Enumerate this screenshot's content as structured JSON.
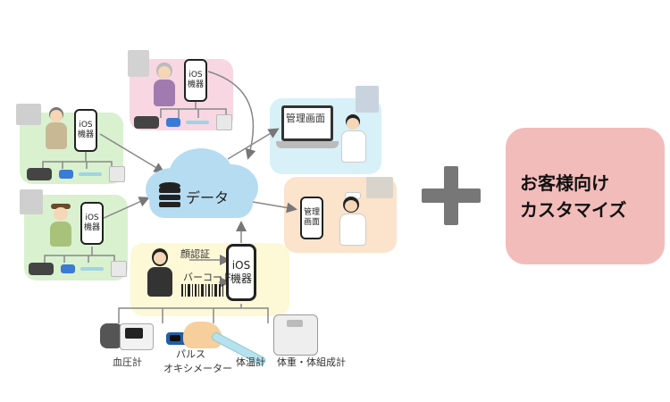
{
  "phone_label": [
    "iOS",
    "機器"
  ],
  "cloud_label": "データ",
  "admin_pc_label": "管理画面",
  "admin_phone_label": [
    "管理",
    "画面"
  ],
  "auth": {
    "face": "顔認証",
    "barcode": "バーコード"
  },
  "devices": {
    "blood_pressure": "血圧計",
    "oximeter": [
      "パルス",
      "オキシメーター"
    ],
    "thermometer": "体温計",
    "scale": "体重・体組成計"
  },
  "custom_box": [
    "お客様向け",
    "カスタマイズ"
  ],
  "colors": {
    "pink": "#f8d7e3",
    "green": "#d9f1cf",
    "blue": "#d8f0f8",
    "peach": "#fce3cc",
    "yellow": "#fdf8d6",
    "cloud": "#b6dcf2",
    "custom": "#f2bcbb",
    "plus": "#777777"
  }
}
